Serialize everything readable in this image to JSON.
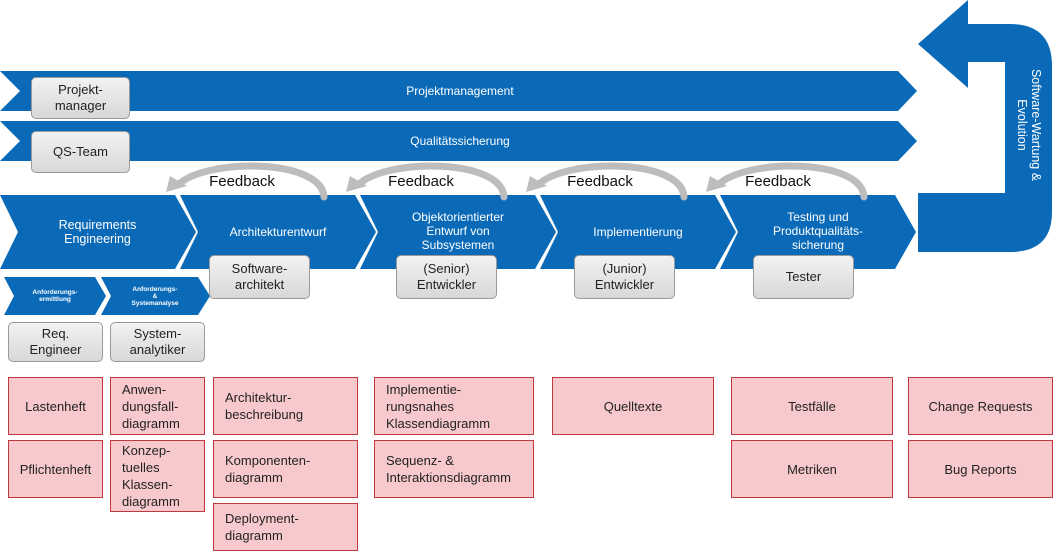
{
  "bars": {
    "projektmanagement": "Projektmanagement",
    "qualitaetssicherung": "Qualitätssicherung"
  },
  "maintenance": {
    "line1": "Software-Wartung &",
    "line2": "Evolution"
  },
  "phases": {
    "requirements": {
      "line1": "Requirements",
      "line2": "Engineering"
    },
    "architektur": {
      "line1": "Architekturentwurf"
    },
    "objekt": {
      "line1": "Objektorientierter",
      "line2": "Entwurf von",
      "line3": "Subsystemen"
    },
    "implementierung": {
      "line1": "Implementierung"
    },
    "testing": {
      "line1": "Testing und",
      "line2": "Produktqualitäts-",
      "line3": "sicherung"
    }
  },
  "subphases": {
    "anforderung": {
      "line1": "Anforderungs-",
      "line2": "ermittlung"
    },
    "analyse": {
      "line1": "Anforderungs-",
      "line2": "&",
      "line3": "Systemanalyse"
    }
  },
  "feedback": [
    "Feedback",
    "Feedback",
    "Feedback",
    "Feedback"
  ],
  "roles": {
    "projektmanager": {
      "line1": "Projekt-",
      "line2": "manager"
    },
    "qsteam": {
      "line1": "QS-Team"
    },
    "softwarearchitekt": {
      "line1": "Software-",
      "line2": "architekt"
    },
    "senior": {
      "line1": "(Senior)",
      "line2": "Entwickler"
    },
    "junior": {
      "line1": "(Junior)",
      "line2": "Entwickler"
    },
    "tester": {
      "line1": "Tester"
    },
    "reqengineer": {
      "line1": "Req.",
      "line2": "Engineer"
    },
    "systemanalytiker": {
      "line1": "System-",
      "line2": "analytiker"
    }
  },
  "artifacts": {
    "lastenheft": [
      "Lastenheft"
    ],
    "pflichtenheft": [
      "Pflichtenheft"
    ],
    "anwendungsfall": [
      "Anwen-",
      "dungsfall-",
      "diagramm"
    ],
    "konzeptuell": [
      "Konzep-",
      "tuelles",
      "Klassen-",
      "diagramm"
    ],
    "architekturbeschreibung": [
      "Architektur-",
      "beschreibung"
    ],
    "komponenten": [
      "Komponenten-",
      "diagramm"
    ],
    "deployment": [
      "Deployment-",
      "diagramm"
    ],
    "implementierungsnah": [
      "Implementie-",
      "rungsnahes",
      "Klassendiagramm"
    ],
    "sequenz": [
      "Sequenz- &",
      "Interaktionsdiagramm"
    ],
    "quelltexte": [
      "Quelltexte"
    ],
    "testfaelle": [
      "Testfälle"
    ],
    "metriken": [
      "Metriken"
    ],
    "changerequests": [
      "Change Requests"
    ],
    "bugreports": [
      "Bug Reports"
    ]
  },
  "colors": {
    "arrow_blue": "#0a6ab8",
    "artifact_fill": "#f7c9cd",
    "artifact_border": "#c0393f",
    "role_fill": "#e6e6e6",
    "feedback_arrow": "#bdbdbd"
  }
}
